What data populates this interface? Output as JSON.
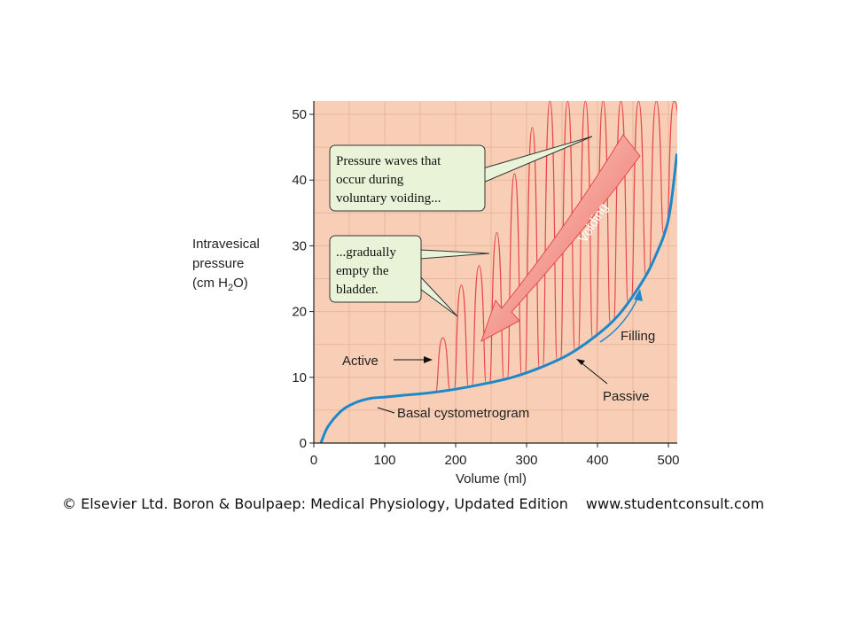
{
  "chart_data": {
    "type": "line",
    "xlabel": "Volume (ml)",
    "ylabel_lines": [
      "Intravesical",
      "pressure",
      "(cm H",
      "2",
      "O)"
    ],
    "xlim": [
      0,
      520
    ],
    "ylim": [
      0,
      52
    ],
    "x_ticks": [
      0,
      100,
      200,
      300,
      400,
      500
    ],
    "y_ticks": [
      0,
      10,
      20,
      30,
      40,
      50
    ],
    "grid": true,
    "colors": {
      "background": "#f8cfb6",
      "basal": "#1e88c8",
      "waves": "#e8474a",
      "arrow": "#e8474a",
      "callout_fill": "#e8f3d7"
    },
    "series": [
      {
        "name": "Basal cystometrogram",
        "x": [
          10,
          20,
          40,
          60,
          80,
          100,
          130,
          160,
          200,
          240,
          280,
          320,
          360,
          400,
          430,
          460,
          480,
          500,
          512
        ],
        "y": [
          0,
          2.5,
          5,
          6.2,
          6.8,
          7.0,
          7.3,
          7.6,
          8.2,
          9.0,
          10.0,
          11.5,
          13.5,
          16.5,
          19.5,
          24,
          28,
          34,
          44
        ]
      },
      {
        "name": "Pressure waves",
        "peaks": [
          {
            "x": 182,
            "y": 16
          },
          {
            "x": 208,
            "y": 24
          },
          {
            "x": 233,
            "y": 27
          },
          {
            "x": 258,
            "y": 32
          },
          {
            "x": 283,
            "y": 41
          },
          {
            "x": 308,
            "y": 48
          },
          {
            "x": 333,
            "y": 52
          },
          {
            "x": 358,
            "y": 52
          },
          {
            "x": 383,
            "y": 52
          },
          {
            "x": 408,
            "y": 52
          },
          {
            "x": 433,
            "y": 52
          },
          {
            "x": 458,
            "y": 52
          },
          {
            "x": 483,
            "y": 52
          },
          {
            "x": 508,
            "y": 52
          }
        ]
      }
    ],
    "annotations": {
      "callout1": [
        "Pressure waves that",
        "occur during",
        "voluntary voiding..."
      ],
      "callout2": [
        "...gradually",
        "empty the",
        "bladder."
      ],
      "voiding": "Voiding",
      "filling": "Filling",
      "active": "Active",
      "passive": "Passive",
      "basal": "Basal cystometrogram"
    }
  },
  "footer": {
    "credit": "© Elsevier Ltd. Boron & Boulpaep: Medical Physiology, Updated Edition",
    "url": "www.studentconsult.com"
  }
}
